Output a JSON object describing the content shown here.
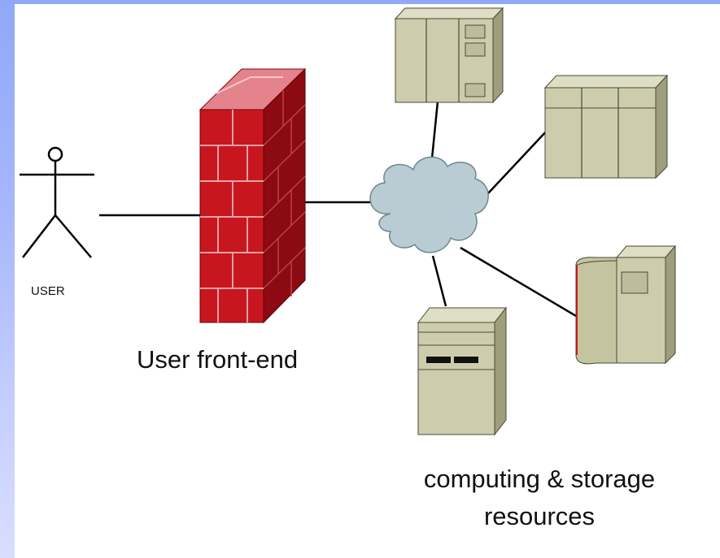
{
  "labels": {
    "user": "USER",
    "front_end": "User front-end",
    "resources": "computing & storage resources"
  },
  "colors": {
    "background_top": "#8fa8f8",
    "background_bottom": "#d9defe",
    "firewall_brick": "#c8161e",
    "firewall_mortar": "#e8a0a6",
    "cloud_fill": "#b9cbd3",
    "server_fill": "#cdcdae",
    "server_stroke": "#4a4a36"
  },
  "nodes": {
    "user": "stick-figure-icon",
    "firewall": "brick-wall-icon",
    "network": "cloud-icon",
    "servers": [
      "rack-server-icon",
      "rack-server-icon",
      "mainframe-icon",
      "tower-server-icon"
    ]
  }
}
